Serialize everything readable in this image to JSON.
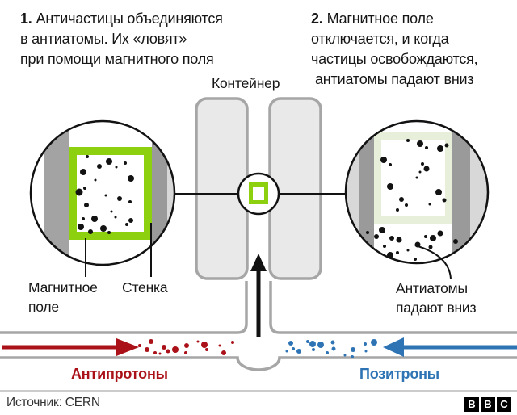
{
  "colors": {
    "green": "#8dd00f",
    "pale_green": "#e7eed9",
    "red": "#aa1118",
    "blue": "#2e74b5",
    "ink": "#121212",
    "container_fill": "#e9e9e9",
    "gray_stroke": "#a6a6a6",
    "wall_dark": "#9a9a9a",
    "wall_light": "#d8d8d8"
  },
  "steps": {
    "step1": {
      "num": "1.",
      "lines": [
        "Античастицы объединяются",
        "в антиатомы. Их «ловят»",
        "при помощи магнитного поля"
      ]
    },
    "step2": {
      "num": "2.",
      "lines": [
        "Магнитное поле",
        "отключается, и когда",
        "частицы освобождаются,",
        "антиатомы падают вниз"
      ]
    }
  },
  "labels": {
    "container": "Контейнер",
    "magnetic_field": "Магнитное поле",
    "wall": "Стенка",
    "antiatoms_fall": "Антиатомы падают вниз",
    "antiprotons": "Антипротоны",
    "positrons": "Позитроны",
    "source": "Источник: CERN"
  },
  "logo": {
    "letters": [
      "B",
      "B",
      "C"
    ]
  },
  "particles": {
    "left_circle_dots": [
      [
        108,
        194,
        2
      ],
      [
        135,
        200,
        4
      ],
      [
        123,
        206,
        3
      ],
      [
        155,
        202,
        2
      ],
      [
        144,
        207,
        1.5
      ],
      [
        103,
        213,
        4
      ],
      [
        162,
        221,
        4
      ],
      [
        118,
        223,
        1.5
      ],
      [
        105,
        233,
        2
      ],
      [
        98,
        238,
        4.5
      ],
      [
        131,
        242,
        1.5
      ],
      [
        148,
        246,
        3
      ],
      [
        107,
        254,
        3
      ],
      [
        161,
        250,
        2
      ],
      [
        138,
        262,
        1.5
      ],
      [
        117,
        271,
        4
      ],
      [
        103,
        271,
        2
      ],
      [
        143,
        269,
        1.5
      ],
      [
        162,
        273,
        3
      ],
      [
        100,
        281,
        4
      ],
      [
        128,
        283,
        4
      ],
      [
        157,
        278,
        2
      ],
      [
        112,
        287,
        3
      ],
      [
        135,
        288,
        2
      ]
    ],
    "right_circle_dots": [
      [
        505,
        174,
        2
      ],
      [
        520,
        178,
        4
      ],
      [
        528,
        183,
        2
      ],
      [
        545,
        184,
        4
      ],
      [
        553,
        180,
        2.5
      ],
      [
        475,
        198,
        4
      ],
      [
        483,
        204,
        2
      ],
      [
        523,
        203,
        2
      ],
      [
        528,
        209,
        3.5
      ],
      [
        520,
        213,
        1.5
      ],
      [
        516,
        220,
        1.5
      ],
      [
        483,
        231,
        4
      ],
      [
        497,
        247,
        3
      ],
      [
        503,
        254,
        2
      ],
      [
        543,
        238,
        4
      ],
      [
        550,
        248,
        2.5
      ],
      [
        532,
        253,
        1.5
      ],
      [
        492,
        260,
        2
      ]
    ],
    "right_falling_dots": [
      [
        473,
        285,
        4
      ],
      [
        466,
        293,
        3
      ],
      [
        485,
        295,
        3
      ],
      [
        494,
        297,
        3.5
      ],
      [
        476,
        305,
        2
      ],
      [
        483,
        316,
        4
      ],
      [
        492,
        313,
        2
      ],
      [
        517,
        303,
        3.5
      ],
      [
        527,
        293,
        2
      ],
      [
        536,
        295,
        4
      ],
      [
        545,
        289,
        3.5
      ],
      [
        533,
        306,
        2.5
      ],
      [
        514,
        321,
        2
      ],
      [
        564,
        299,
        3
      ],
      [
        505,
        310,
        1.5
      ],
      [
        455,
        288,
        2
      ]
    ],
    "antiproton_dots": [
      [
        173,
        428,
        2
      ],
      [
        182,
        433,
        3
      ],
      [
        187,
        423,
        3
      ],
      [
        192,
        437,
        2
      ],
      [
        198,
        438,
        1.5
      ],
      [
        203,
        430,
        3
      ],
      [
        208,
        435,
        2.5
      ],
      [
        217,
        433,
        4
      ],
      [
        230,
        437,
        2
      ],
      [
        231,
        428,
        3
      ],
      [
        245,
        423,
        1.5
      ],
      [
        253,
        427,
        4
      ],
      [
        256,
        433,
        2
      ],
      [
        272,
        428,
        1.5
      ],
      [
        277,
        437,
        3
      ],
      [
        288,
        424,
        2
      ]
    ],
    "positron_dots": [
      [
        355,
        435,
        1.5
      ],
      [
        360,
        425,
        3
      ],
      [
        363,
        432,
        2
      ],
      [
        370,
        435,
        3
      ],
      [
        381,
        423,
        2
      ],
      [
        387,
        426,
        4
      ],
      [
        388,
        433,
        2
      ],
      [
        397,
        427,
        4
      ],
      [
        405,
        437,
        2
      ],
      [
        412,
        424,
        2.5
      ],
      [
        413,
        432,
        2.5
      ],
      [
        427,
        440,
        1.5
      ],
      [
        436,
        442,
        2
      ],
      [
        437,
        433,
        3
      ],
      [
        452,
        426,
        2
      ],
      [
        453,
        435,
        1.5
      ],
      [
        463,
        424,
        4
      ]
    ]
  }
}
